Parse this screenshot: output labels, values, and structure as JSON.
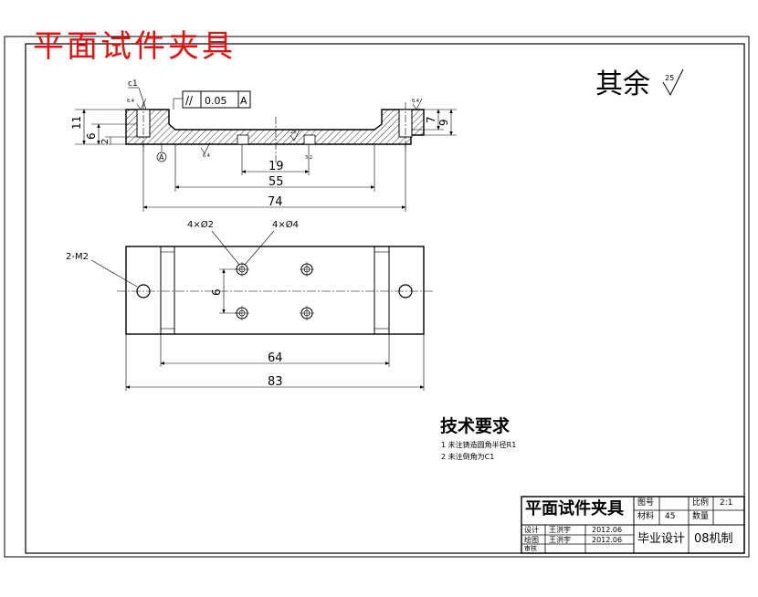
{
  "drawing": {
    "title_overlay": "平面试件夹具",
    "surface_note": {
      "text": "其余",
      "roughness": "25"
    },
    "front_view": {
      "chamfer_label": "c1",
      "tolerance": {
        "symbol": "//",
        "value": "0.05",
        "datum": "A"
      },
      "datum_label": "A",
      "dims": {
        "height_11": "11",
        "height_6": "6",
        "height_2": "2",
        "height_9": "9",
        "height_7": "7",
        "width_19": "19",
        "width_55": "55",
        "width_74": "74"
      },
      "small_labels": [
        "6.4",
        "6.4",
        "25",
        "6.4",
        "3.2"
      ]
    },
    "top_view": {
      "hole_label_1": "4×Ø2",
      "hole_label_2": "4×Ø4",
      "hole_label_3": "2-M2",
      "dims": {
        "height_6": "6",
        "width_64": "64",
        "width_83": "83"
      }
    },
    "tech_requirements": {
      "title": "技术要求",
      "items": [
        "1  未注铸造圆角半径R1",
        "2  未注倒角为C1"
      ]
    },
    "title_block": {
      "name": "平面试件夹具",
      "drawing_no_label": "图号",
      "scale_label": "比例",
      "scale_value": "2:1",
      "material_label": "材料",
      "material_value": "45",
      "quantity_label": "数量",
      "design_label": "设计",
      "designer": "王洪宇",
      "design_date": "2012.06",
      "drafting_label": "绘图",
      "drafter": "王洪宇",
      "drafting_date": "2012.06",
      "review_label": "审核",
      "project": "毕业设计",
      "class_label": "08机制"
    }
  }
}
